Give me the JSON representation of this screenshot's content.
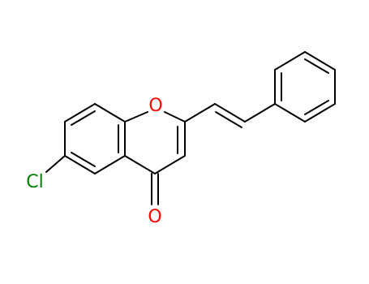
{
  "molecule": {
    "atoms": {
      "oxygen_ring": {
        "symbol": "O",
        "color": "#ff0000"
      },
      "oxygen_carbonyl": {
        "symbol": "O",
        "color": "#ff0000"
      },
      "chlorine": {
        "symbol": "Cl",
        "color": "#008000"
      }
    },
    "bond_color": "#000000"
  }
}
